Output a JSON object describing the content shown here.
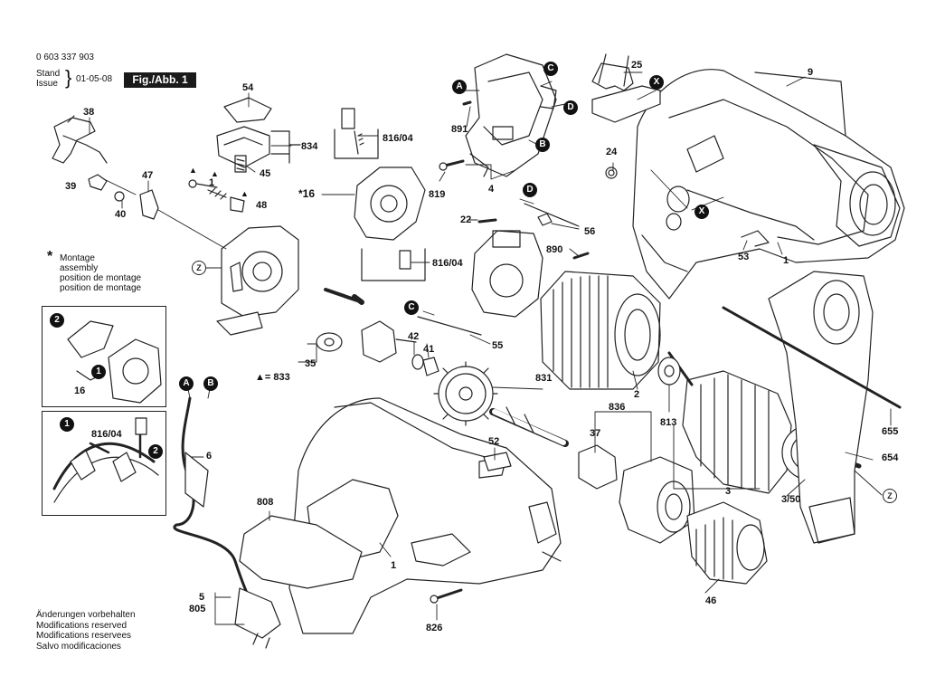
{
  "header": {
    "part_number": "0 603 337 903",
    "stand": "Stand",
    "issue": "Issue",
    "date": "01-05-08",
    "figure": "Fig./Abb. 1"
  },
  "assembly_note": {
    "symbol": "*",
    "lines": [
      "Montage",
      "assembly",
      "position de montage",
      "position de montage"
    ]
  },
  "disclaimer": [
    "Änderungen vorbehalten",
    "Modifications reserved",
    "Modifications reservees",
    "Salvo modificaciones"
  ],
  "triangle_note": "▲= 833",
  "star_note": "*16",
  "callouts": {
    "p38": "38",
    "p39": "39",
    "p40": "40",
    "p47": "47",
    "p54": "54",
    "p834": "834",
    "p45": "45",
    "p1a": "1",
    "p48": "48",
    "p816a": "816/04",
    "p816b": "816/04",
    "p891": "891",
    "p819": "819",
    "p4": "4",
    "p25": "25",
    "p9": "9",
    "p24": "24",
    "p22": "22",
    "p56": "56",
    "p890": "890",
    "p53": "53",
    "p1b": "1",
    "p42": "42",
    "p41": "41",
    "p35": "35",
    "p55": "55",
    "p831": "831",
    "p2": "2",
    "p813": "813",
    "p655": "655",
    "p836": "836",
    "p37": "37",
    "p3": "3",
    "p350": "3/50",
    "p654": "654",
    "p52": "52",
    "p808": "808",
    "p6": "6",
    "p1c": "1",
    "p5": "5",
    "p805": "805",
    "p826": "826",
    "p46": "46",
    "p16": "16",
    "p816c": "816/04"
  },
  "markers": {
    "a": "A",
    "b": "B",
    "c": "C",
    "d": "D",
    "x": "X",
    "z": "Z",
    "step1": "1",
    "step2": "2"
  }
}
